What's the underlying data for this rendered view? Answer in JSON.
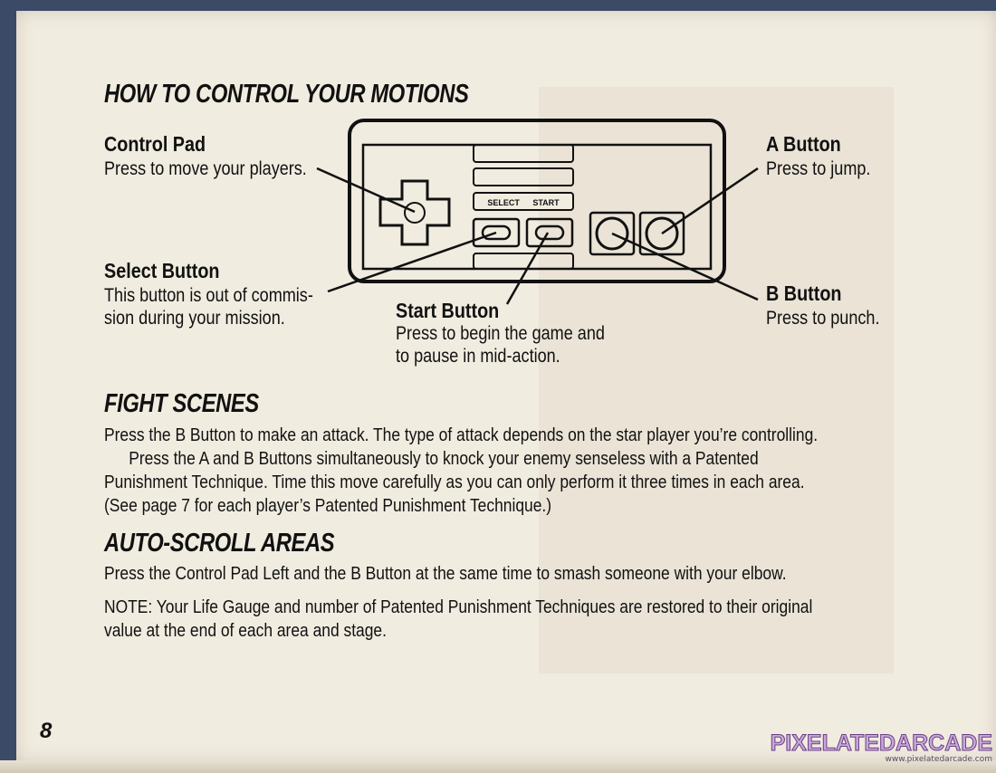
{
  "page": {
    "number": "8",
    "sections": {
      "controls": {
        "title": "HOW TO CONTROL YOUR MOTIONS"
      },
      "fight": {
        "title": "FIGHT SCENES",
        "lines": [
          "Press the B Button to make an attack. The type of attack depends on the star player you’re controlling.",
          "Press the A and B Buttons simultaneously to knock your enemy senseless with a Patented",
          "Punishment Technique. Time this move carefully as you can only perform it three times in each area.",
          "(See page 7 for each player’s Patented Punishment Technique.)"
        ]
      },
      "autoscroll": {
        "title": "AUTO-SCROLL AREAS",
        "lines": [
          "Press the Control Pad Left and the B Button at the same time to smash someone with your elbow."
        ],
        "note_lines": [
          "NOTE: Your Life Gauge and number of Patented Punishment Techniques are restored to their original",
          "value at the end of each area and stage."
        ]
      }
    },
    "controller": {
      "select_text": "SELECT",
      "start_text": "START"
    },
    "labels": {
      "control_pad": {
        "title": "Control Pad",
        "lines": [
          "Press to move your players."
        ]
      },
      "select_button": {
        "title": "Select Button",
        "lines": [
          "This button is out of commis-",
          "sion during your mission."
        ]
      },
      "start_button": {
        "title": "Start Button",
        "lines": [
          "Press to begin the game and",
          "to pause in mid-action."
        ]
      },
      "a_button": {
        "title": "A Button",
        "lines": [
          "Press to jump."
        ]
      },
      "b_button": {
        "title": "B Button",
        "lines": [
          "Press to punch."
        ]
      }
    }
  },
  "watermark": {
    "logo": "PIXELATEDARCADE",
    "url": "www.pixelatedarcade.com"
  },
  "colors": {
    "paper": "#f1ece0",
    "ink": "#111111",
    "background": "#3b4a66",
    "watermark": "#c9a8d8"
  }
}
